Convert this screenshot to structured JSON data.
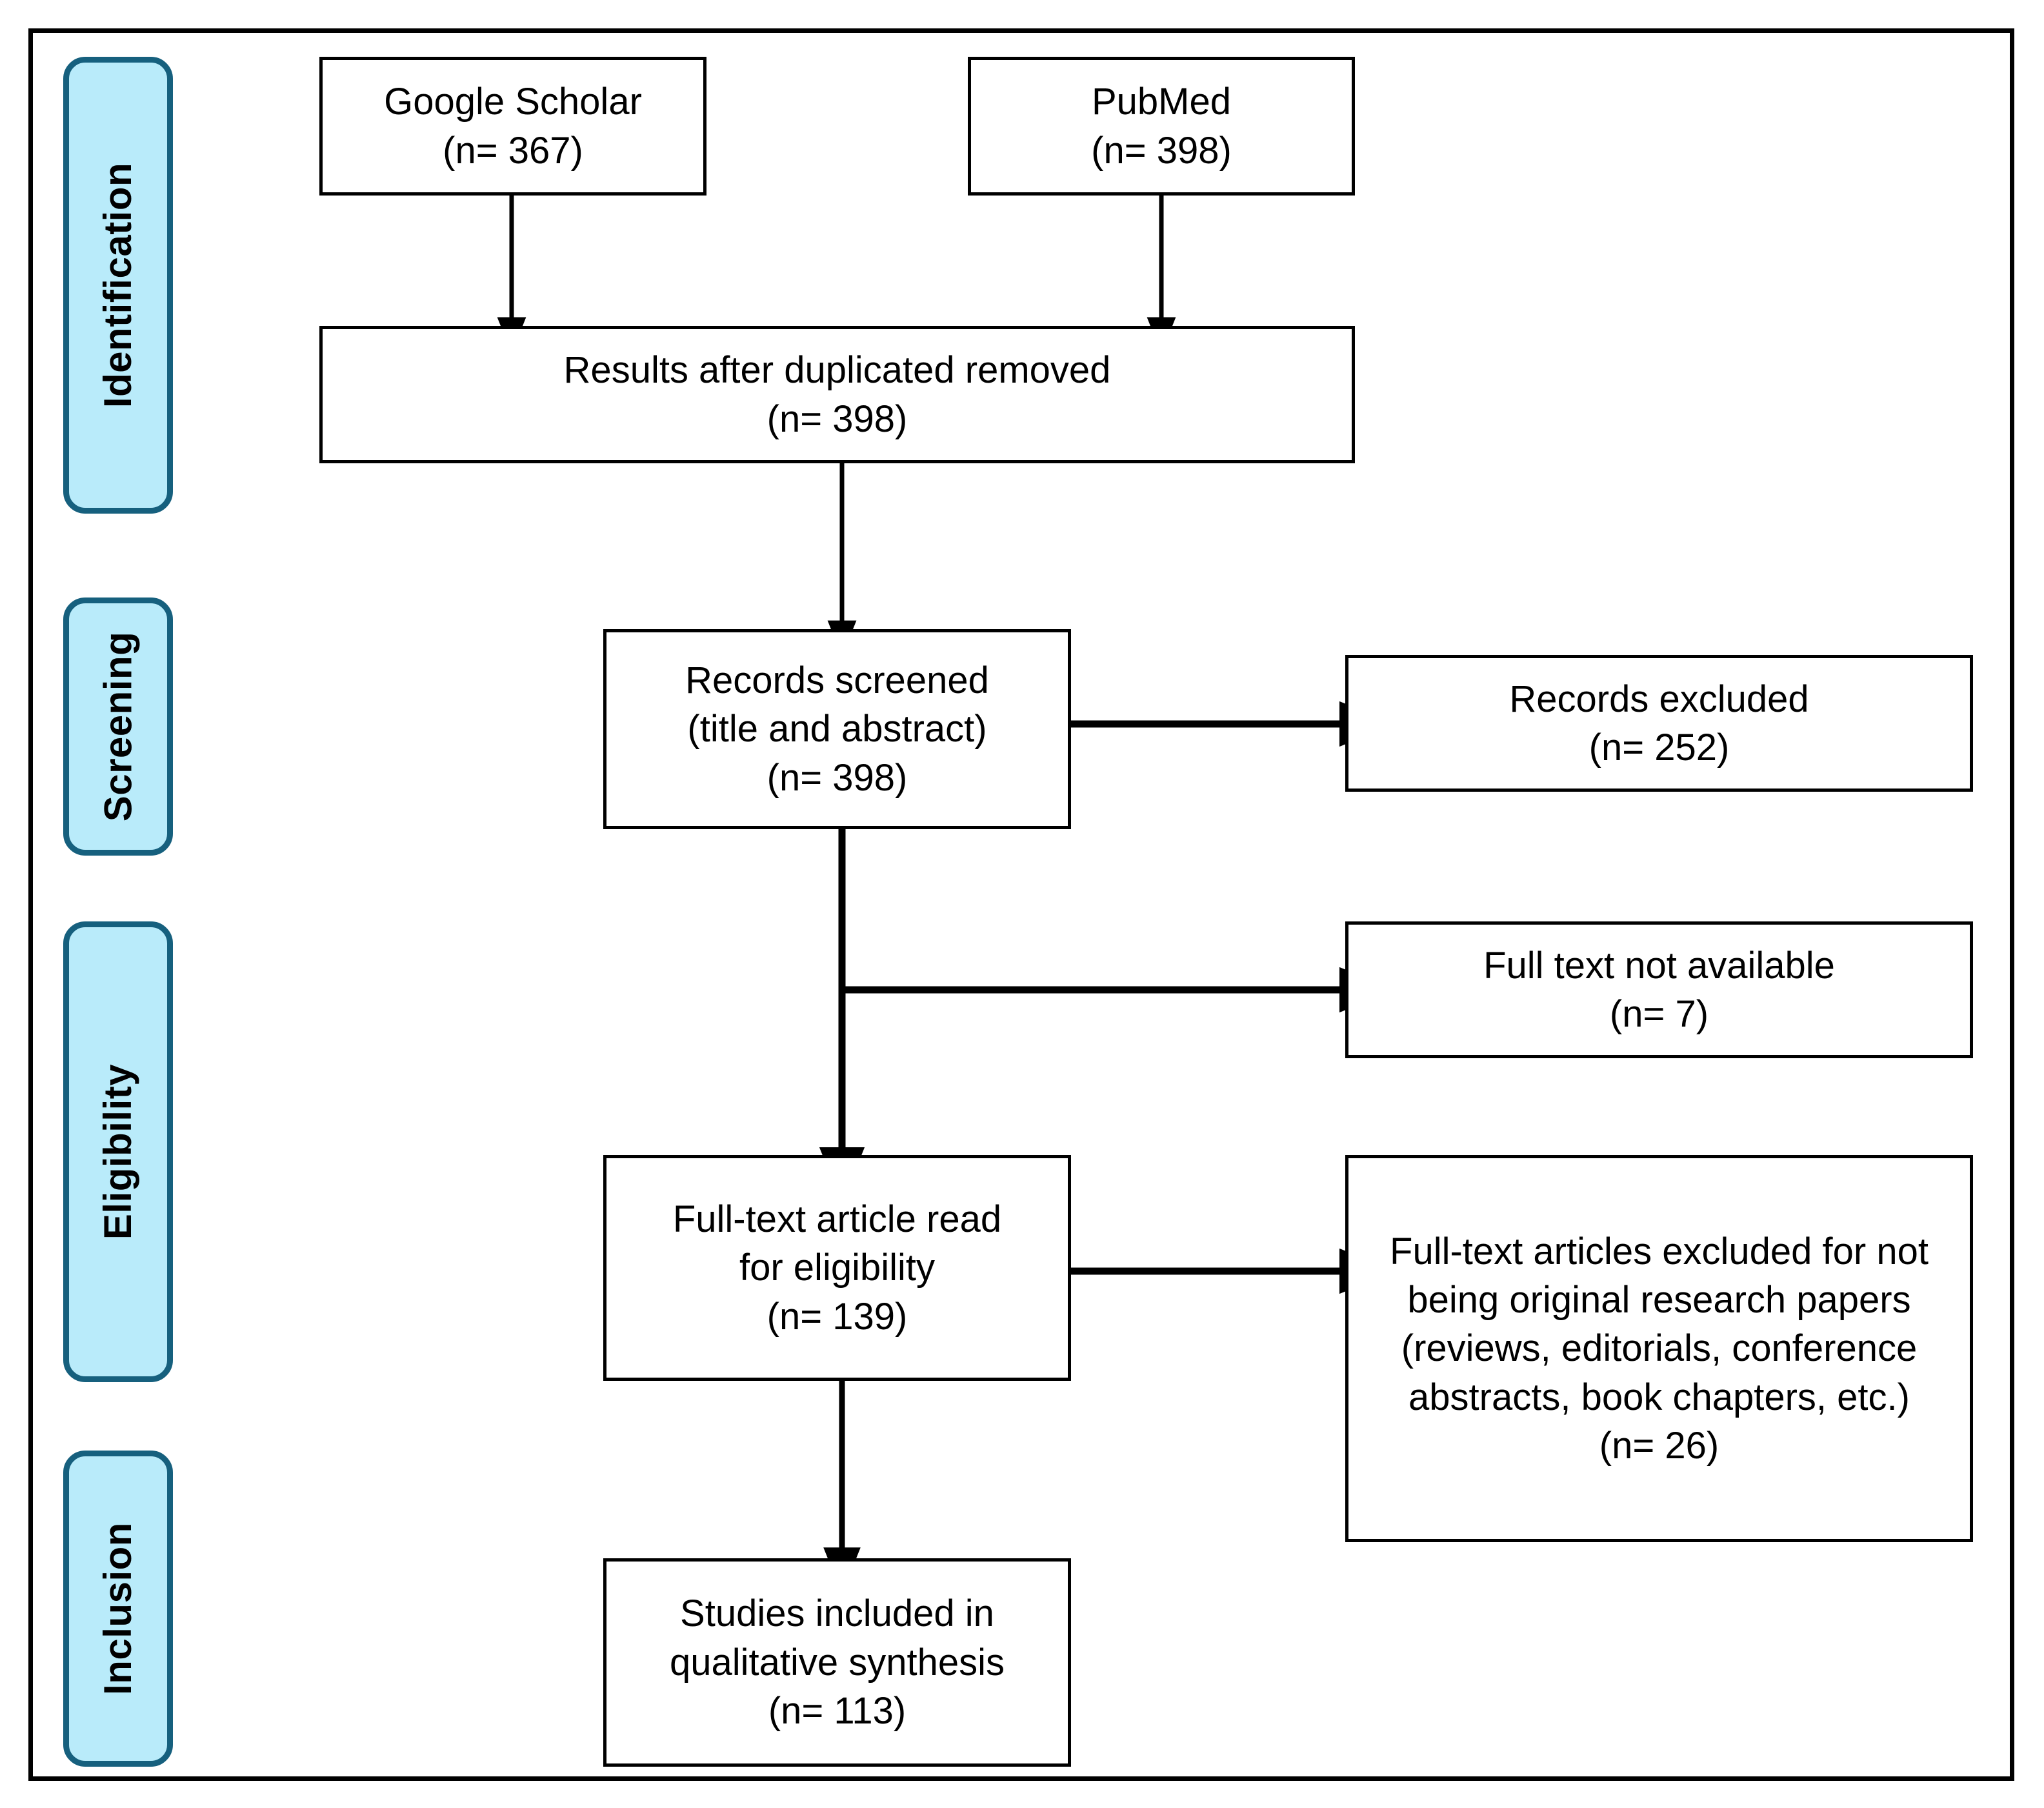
{
  "diagram": {
    "type": "prisma-flow-diagram",
    "colors": {
      "stage_fill": "#b9ebfa",
      "stage_border": "#16607e",
      "node_border": "#000000",
      "node_fill": "#ffffff",
      "connector": "#000000",
      "frame": "#000000"
    }
  },
  "stages": [
    {
      "label": "Identification"
    },
    {
      "label": "Screening"
    },
    {
      "label": "Eligibility"
    },
    {
      "label": "Inclusion"
    }
  ],
  "nodes": {
    "google_scholar": {
      "line1": "Google Scholar",
      "line2": "(n= 367)"
    },
    "pubmed": {
      "line1": "PubMed",
      "line2": "(n= 398)"
    },
    "duplicates_removed": {
      "line1": "Results after duplicated removed",
      "line2": "(n= 398)"
    },
    "records_screened": {
      "line1": "Records screened",
      "line2": "(title and abstract)",
      "line3": "(n= 398)"
    },
    "records_excluded": {
      "line1": "Records excluded",
      "line2": "(n= 252)"
    },
    "full_text_not_available": {
      "line1": "Full text not available",
      "line2": "(n= 7)"
    },
    "full_text_read": {
      "line1": "Full-text article read",
      "line2": "for eligibility",
      "line3": "(n= 139)"
    },
    "full_text_excluded": {
      "line1": "Full-text articles excluded for not being original research papers (reviews, editorials, conference abstracts, book chapters, etc.)",
      "line2": "(n= 26)"
    },
    "studies_included": {
      "line1": "Studies included in",
      "line2": "qualitative synthesis",
      "line3": "(n= 113)"
    }
  }
}
